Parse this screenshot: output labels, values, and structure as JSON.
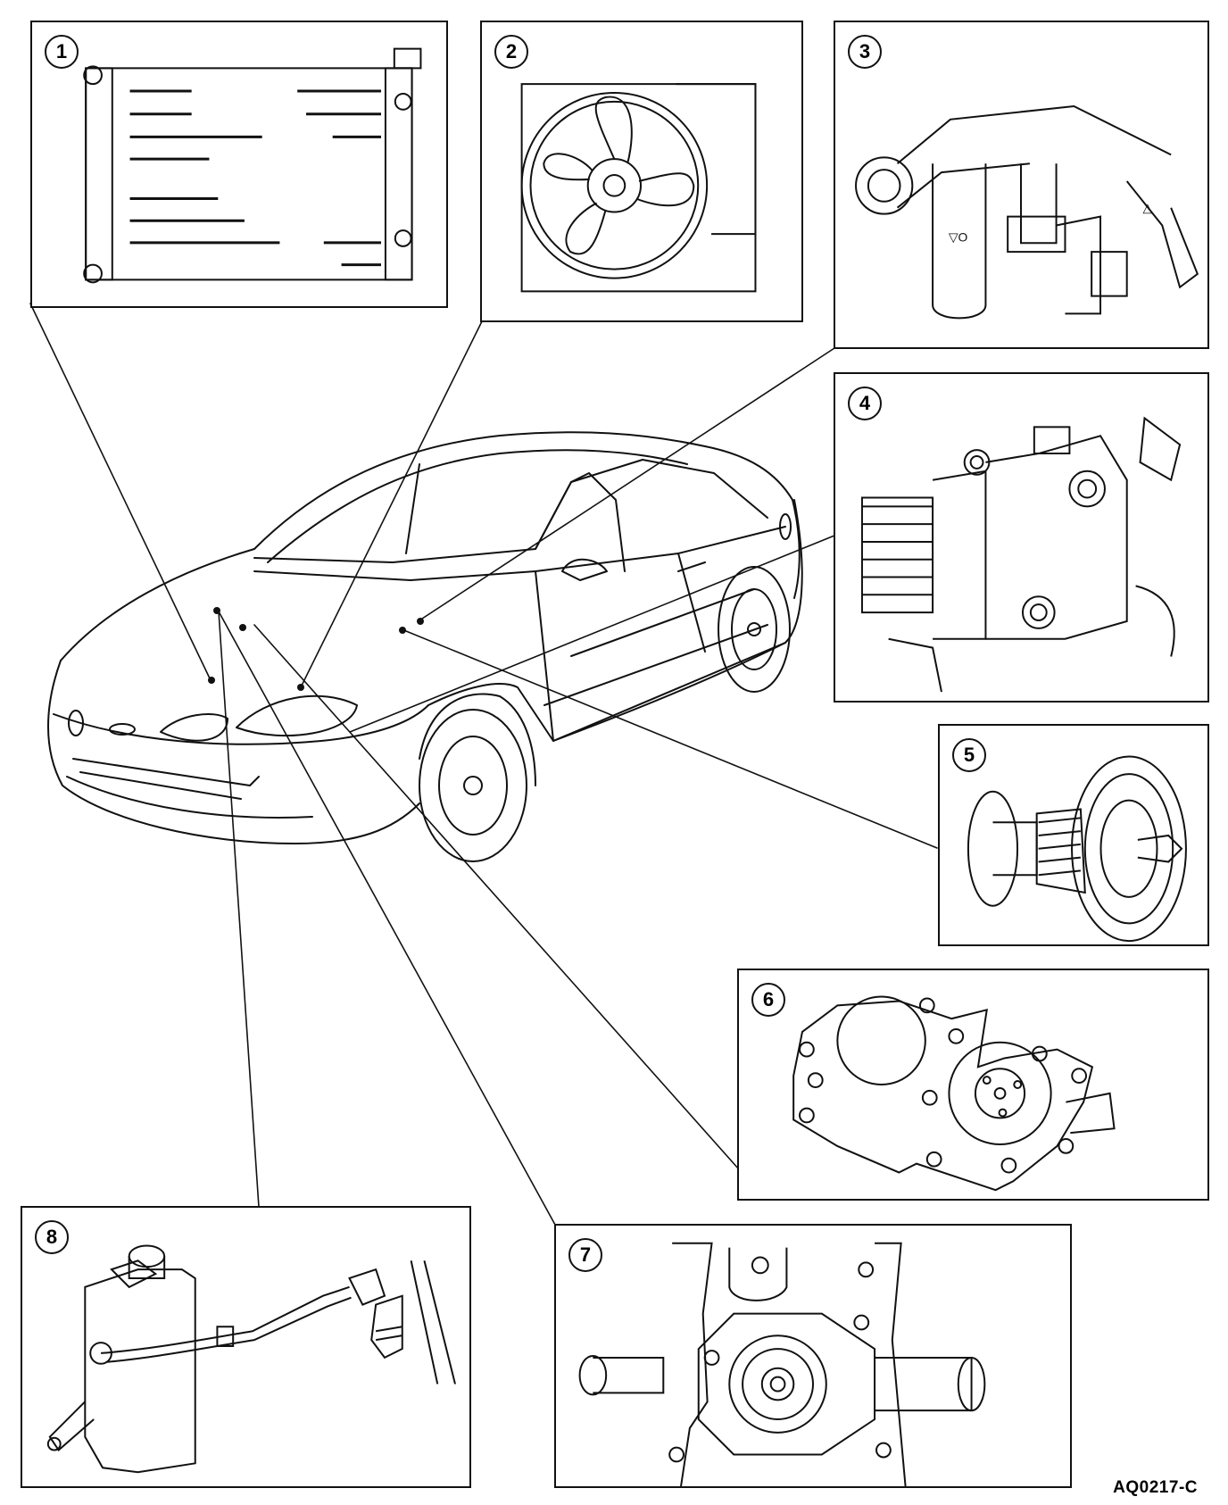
{
  "panels": [
    {
      "number": "1",
      "icon": "radiator-icon"
    },
    {
      "number": "2",
      "icon": "cooling-fan-icon"
    },
    {
      "number": "3",
      "icon": "coolant-housing-icon"
    },
    {
      "number": "4",
      "icon": "thermostat-housing-icon"
    },
    {
      "number": "5",
      "icon": "thermostat-icon"
    },
    {
      "number": "6",
      "icon": "water-pump-icon"
    },
    {
      "number": "7",
      "icon": "water-pump-gear-icon"
    },
    {
      "number": "8",
      "icon": "degas-bottle-icon"
    }
  ],
  "figure_code": "AQ0217-C"
}
